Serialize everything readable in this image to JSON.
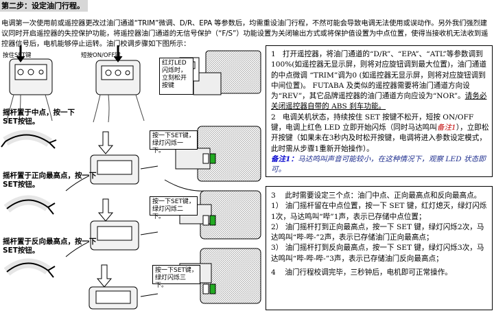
{
  "section_title": "第二步：设定油门行程。",
  "intro": "电调第一次使用前或遥控器更改过油门通道“TRIM”微调、D/R、EPA 等参数后，均需重设油门行程，不然可能会导致电调无法使用或误动作。另外我们强烈建议同时开启遥控器的失控保护功能，将遥控器油门通道的无信号保护（“F/S”）功能设置为关闭输出方式或将保护值设置为中点位置，使得当接收机无法收到遥控器信号后，电机能够停止运转。油门校调步骤如下图所示：",
  "figure": {
    "label_press_set": "按住SET键",
    "label_short_press": "短按ON/OFF键",
    "callout_release": "红灯LED闪烁时，立刻松开按键",
    "step_neutral": "摇杆置于中点，按一下SET按钮。",
    "callout_neutral": "按一下SET键，绿灯闪烁一下。",
    "step_full_throttle": "摇杆置于正向最高点，按一下SET按钮。",
    "callout_full_throttle": "按一下SET键，绿灯闪烁二下。",
    "step_full_brake": "摇杆置于反向最高点，按一下SET按钮。",
    "callout_full_brake": "按一下SET键，绿灯闪烁三下。"
  },
  "box1": {
    "p1_num": "1",
    "p1_a": "打开遥控器，将油门通道的“D/R”、“EPA”、“ATL”等参数调到100%(如遥控器无显示屏，则将对应旋钮调到最大位置)，油门通道的中点微调 “TRIM”调为0 (如遥控器无显示屏，则将对应旋钮调到中间位置)。 FUTABA 及类似的遥控器需要将油门通道方向设为“REV”，其它品牌遥控器的油门通道方向应设为“NOR”。",
    "p1_b": "请务必关闭遥控器自带的 ABS 刹车功能。",
    "p2_num": "2",
    "p2_a": "电调关机状态，持续按住 SET 按键不松开，短按 ON/OFF 键，电调上红色 LED 立即开始闪烁（同时马达鸣叫",
    "p2_note_ref": "备注1",
    "p2_b": "），立即松开按键（如果未在3秒内及时松开按键，电调将进入参数设定模式，此时需从步骤1重新开始操作）。",
    "note_label": "备注1：",
    "note_text": "马达鸣叫声音可能较小，在这种情况下，观察 LED 状态即可。"
  },
  "box2": {
    "p3_num": "3",
    "p3": "此时需要设定三个点：油门中点、正向最高点和反向最高点。",
    "s1_num": "1）",
    "s1": "油门摇杆留在中点位置，按一下 SET 键，红灯熄灭，绿灯闪烁1次，马达鸣叫“哔”1声，表示已存储中点位置；",
    "s2_num": "2）",
    "s2": "油门摇杆打到正向最高点，按一下 SET 键，绿灯闪烁2次，马达鸣叫“哔-哔-”2声，表示已存储油门正向最高点；",
    "s3_num": "3）",
    "s3": "油门摇杆打到反向最高点，按一下 SET 键，绿灯闪烁3次，马达鸣叫“哔-哔-哔-”3声，表示已存储油门反向最高点；",
    "p4_num": "4",
    "p4": "油门行程校调完毕，三秒钟后，电机即可正常操作。"
  }
}
